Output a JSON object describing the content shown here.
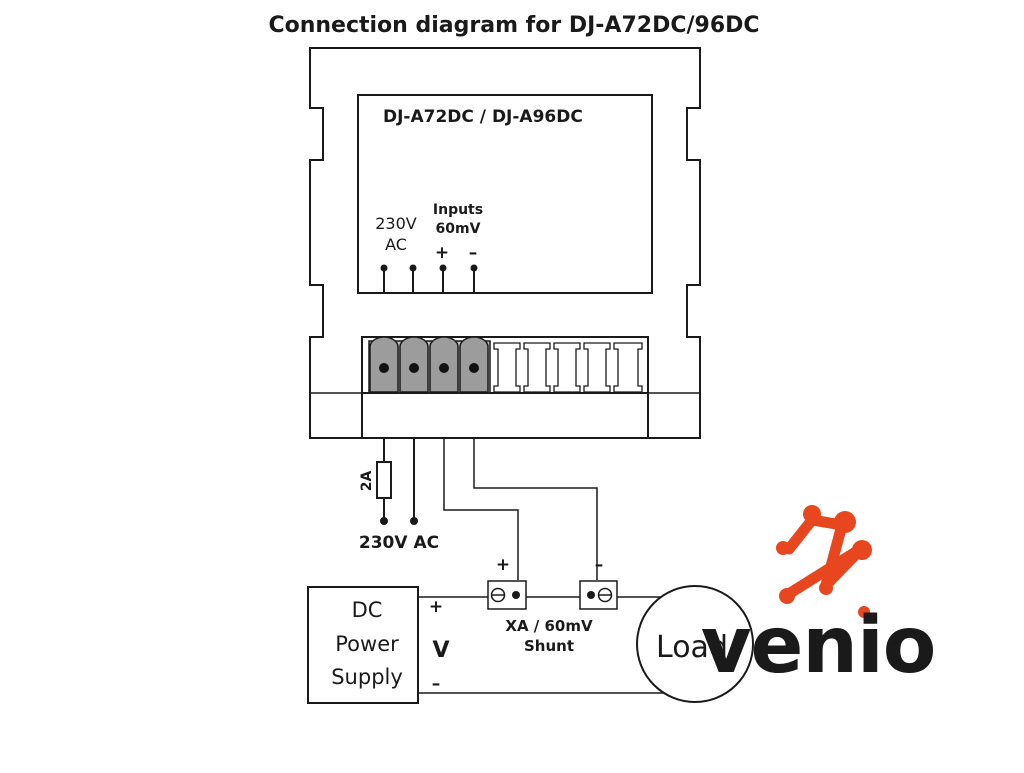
{
  "title": "Connection diagram for DJ-A72DC/96DC",
  "device": {
    "model_label": "DJ-A72DC / DJ-A96DC",
    "ac_label_line1": "230V",
    "ac_label_line2": "AC",
    "inputs_label_line1": "Inputs",
    "inputs_label_line2": "60mV",
    "plus": "+",
    "minus": "–"
  },
  "wiring": {
    "fuse_label": "2A",
    "supply_label": "230V AC",
    "shunt_plus": "+",
    "shunt_minus": "–",
    "shunt_label_line1": "XA / 60mV",
    "shunt_label_line2": "Shunt"
  },
  "power_supply": {
    "line1": "DC",
    "line2": "Power",
    "line3": "Supply",
    "plus": "+",
    "voltage": "V",
    "minus": "–"
  },
  "load": {
    "label": "Load"
  },
  "logo": {
    "text": "venio",
    "color": "#13368f",
    "accent": "#e8461e"
  }
}
